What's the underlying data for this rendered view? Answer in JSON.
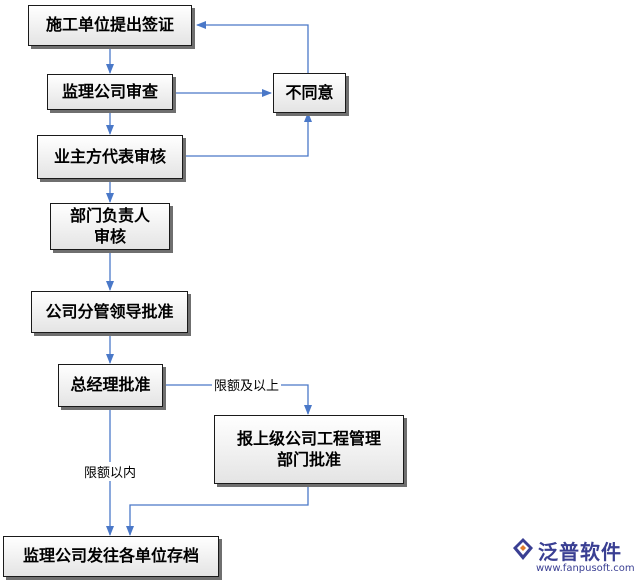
{
  "nodes": {
    "submit": "施工单位提出签证",
    "supervisor_review": "监理公司审查",
    "disagree": "不同意",
    "owner_review": "业主方代表审核",
    "dept_head_line1": "部门负责人",
    "dept_head_line2": "审核",
    "leader_approval": "公司分管领导批准",
    "gm_approval": "总经理批准",
    "escalate_line1": "报上级公司工程管理",
    "escalate_line2": "部门批准",
    "archive": "监理公司发往各单位存档"
  },
  "edge_labels": {
    "over_limit": "限额及以上",
    "within_limit": "限额以内"
  },
  "logo": {
    "name": "泛普软件",
    "url": "www.fanpusoft.com"
  },
  "colors": {
    "arrow": "#4a78c8",
    "box_border": "#1a1a1a",
    "brand": "#3a3f93"
  }
}
